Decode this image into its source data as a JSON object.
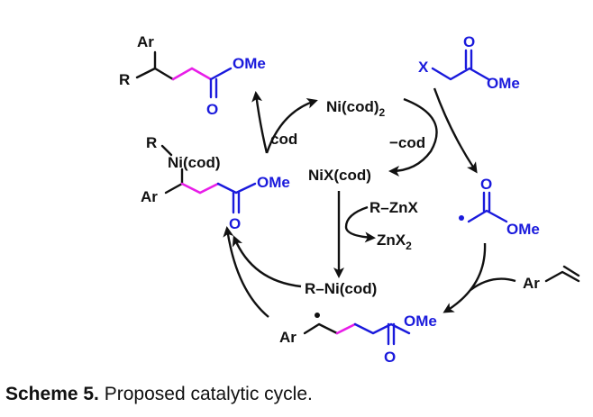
{
  "colors": {
    "blue": "#1a1adc",
    "pink": "#e81ee8",
    "black": "#111111"
  },
  "caption": {
    "label": "Scheme 5.",
    "text": " Proposed catalytic cycle."
  },
  "species": {
    "ni_cod2": {
      "main": "Ni(cod)",
      "sub": "2"
    },
    "nix_cod": "NiX(cod)",
    "r_ni_cod": "R–Ni(cod)",
    "product": {
      "ar": "Ar",
      "r": "R",
      "ome": "OMe",
      "o": "O"
    },
    "alkyl_ni": {
      "r": "R",
      "ni": "Ni(cod)",
      "ar": "Ar",
      "ome": "OMe",
      "o": "O"
    },
    "halo_ester": {
      "x": "X",
      "o": "O",
      "ome": "OMe"
    },
    "radical_ester": {
      "o": "O",
      "ome": "OMe"
    },
    "styrene": {
      "ar": "Ar"
    },
    "benzylic_radical": {
      "ar": "Ar",
      "ome": "OMe",
      "o": "O"
    }
  },
  "labels": {
    "cod": "cod",
    "minus_cod": "−cod",
    "r_znx": "R–ZnX",
    "znx2": {
      "main": "ZnX",
      "sub": "2"
    }
  }
}
